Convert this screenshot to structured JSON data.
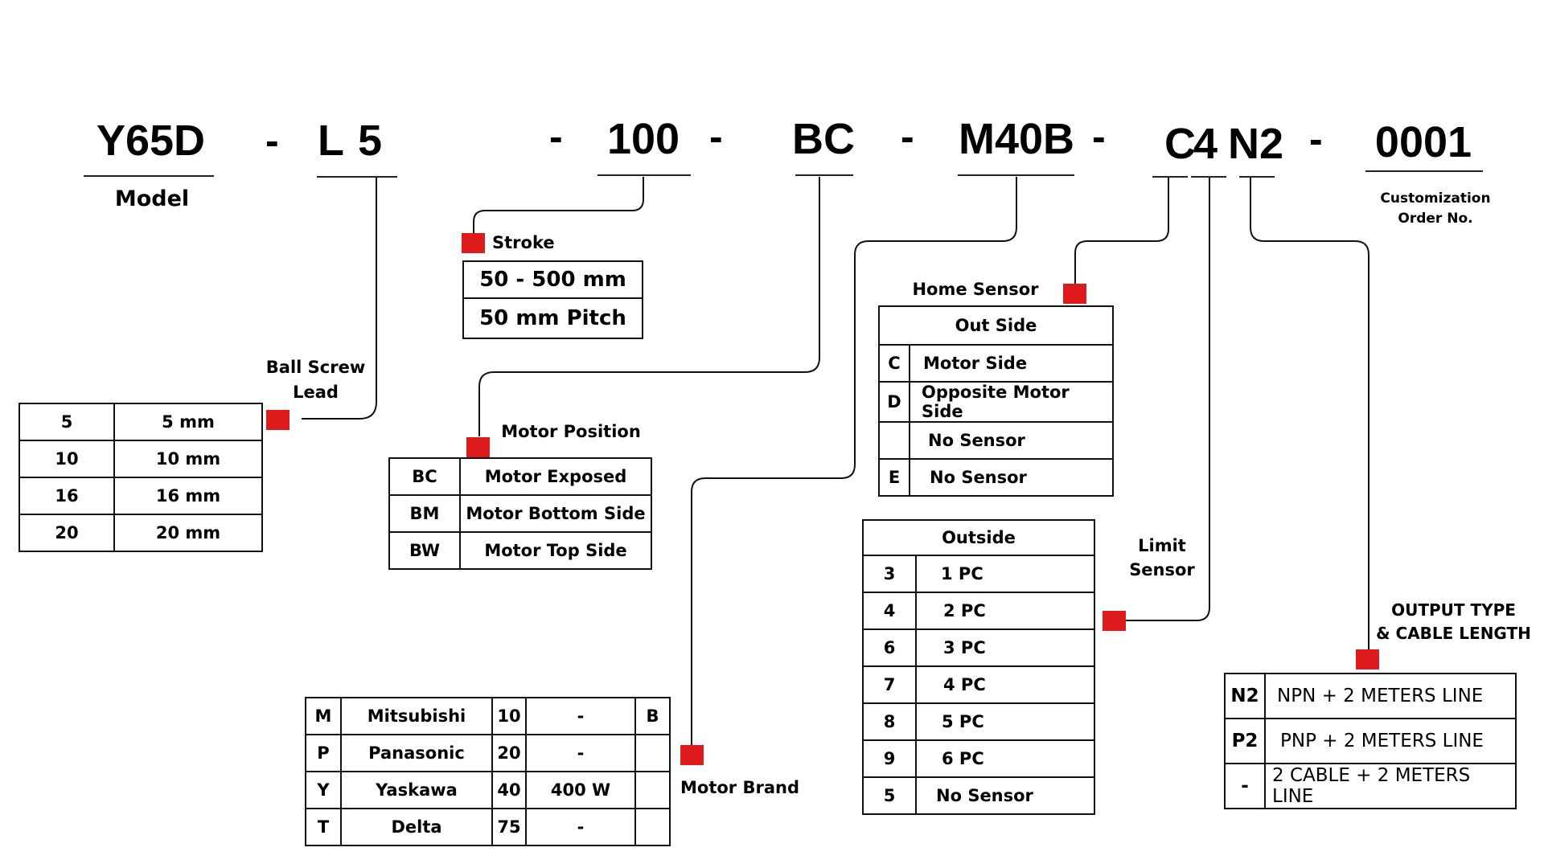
{
  "title_code": {
    "segments": [
      "Y65D",
      "L",
      "5",
      "100",
      "BC",
      "M40B",
      "C",
      "4",
      "N2",
      "0001"
    ],
    "separator": "-"
  },
  "labels": {
    "model": "Model",
    "customization": "Customization",
    "order_no": "Order No.",
    "stroke": "Stroke",
    "ball_screw_1": "Ball Screw",
    "ball_screw_2": "Lead",
    "motor_position": "Motor Position",
    "home_sensor": "Home Sensor",
    "limit_1": "Limit",
    "limit_2": "Sensor",
    "output_1": "OUTPUT TYPE",
    "output_2": "& CABLE LENGTH",
    "motor_brand": "Motor Brand"
  },
  "ball_screw_table": [
    {
      "code": "5",
      "value": "5 mm"
    },
    {
      "code": "10",
      "value": "10 mm"
    },
    {
      "code": "16",
      "value": "16 mm"
    },
    {
      "code": "20",
      "value": "20 mm"
    }
  ],
  "stroke_table": [
    "50 - 500 mm",
    "50 mm Pitch"
  ],
  "motor_position_table": [
    {
      "code": "BC",
      "value": "Motor Exposed"
    },
    {
      "code": "BM",
      "value": "Motor Bottom Side"
    },
    {
      "code": "BW",
      "value": "Motor Top Side"
    }
  ],
  "home_sensor_table": {
    "header": "Out Side",
    "rows": [
      {
        "code": "C",
        "value": "Motor Side"
      },
      {
        "code": "D",
        "value": "Opposite Motor Side"
      },
      {
        "code": "",
        "value": "No Sensor"
      },
      {
        "code": "E",
        "value": "No Sensor"
      }
    ]
  },
  "limit_sensor_table": {
    "header": "Outside",
    "rows": [
      {
        "code": "3",
        "value": "1 PC"
      },
      {
        "code": "4",
        "value": "2 PC"
      },
      {
        "code": "6",
        "value": "3 PC"
      },
      {
        "code": "7",
        "value": "4 PC"
      },
      {
        "code": "8",
        "value": "5 PC"
      },
      {
        "code": "9",
        "value": "6 PC"
      },
      {
        "code": "5",
        "value": "No Sensor"
      }
    ]
  },
  "motor_brand_table": [
    {
      "code": "M",
      "brand": "Mitsubishi",
      "power_code": "10",
      "power": "-",
      "brake": "B"
    },
    {
      "code": "P",
      "brand": "Panasonic",
      "power_code": "20",
      "power": "-",
      "brake": ""
    },
    {
      "code": "Y",
      "brand": "Yaskawa",
      "power_code": "40",
      "power": "400 W",
      "brake": ""
    },
    {
      "code": "T",
      "brand": "Delta",
      "power_code": "75",
      "power": "-",
      "brake": ""
    }
  ],
  "output_table": [
    {
      "code": "N2",
      "value": "NPN + 2 METERS LINE"
    },
    {
      "code": "P2",
      "value": "PNP + 2 METERS LINE"
    },
    {
      "code": "-",
      "value": "2 CABLE + 2 METERS LINE"
    }
  ],
  "colors": {
    "marker": "#e01b1b",
    "line": "#111111"
  }
}
